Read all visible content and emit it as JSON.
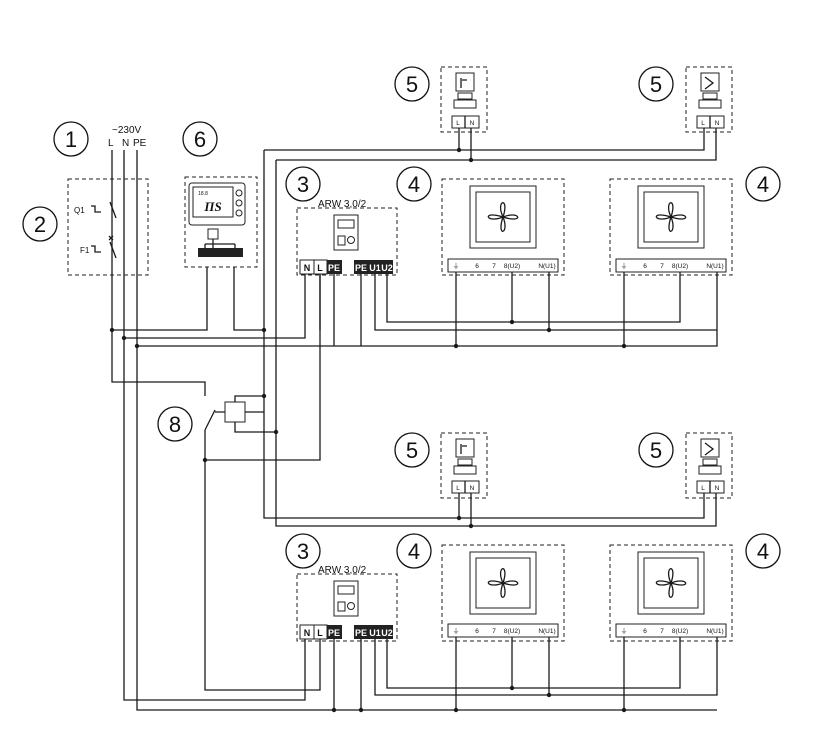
{
  "supply": {
    "voltage": "~230V",
    "l": "L",
    "n": "N",
    "pe": "PE"
  },
  "switches": {
    "q1": "Q1",
    "f1": "F1"
  },
  "thermostat": {
    "display": "ΠS",
    "small_text": "18.8"
  },
  "controller": {
    "model": "ARW 3,0/2",
    "terminals": [
      "N",
      "L",
      "PE",
      "U1",
      "U2"
    ]
  },
  "heater_terminals": [
    "6",
    "7",
    "8(U2)",
    "N(U1)"
  ],
  "valve_terminals": [
    "L",
    "N"
  ],
  "callouts": {
    "c1": "1",
    "c2": "2",
    "c3a": "3",
    "c3b": "3",
    "c4a": "4",
    "c4b": "4",
    "c4c": "4",
    "c4d": "4",
    "c5a": "5",
    "c5b": "5",
    "c5c": "5",
    "c5d": "5",
    "c6": "6",
    "c8": "8"
  }
}
